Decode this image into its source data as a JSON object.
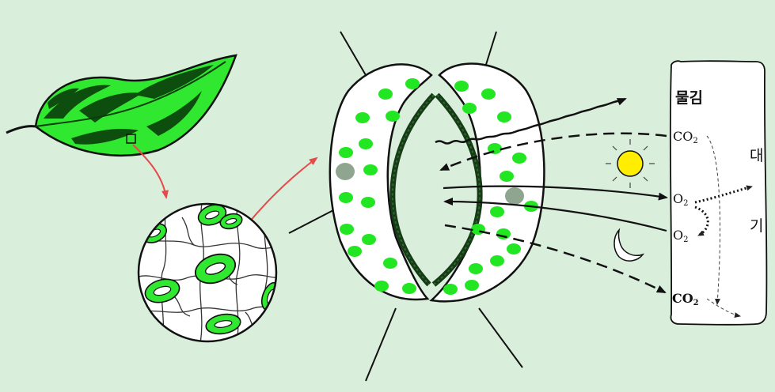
{
  "labels": {
    "water_vapor": "물김",
    "co2_in": "CO",
    "co2_in_sub": "2",
    "o2_out": "O",
    "o2_out_sub": "2",
    "o2_in": "O",
    "o2_in_sub": "2",
    "co2_out": "CO",
    "co2_out_sub": "2",
    "atmosphere_top": "대",
    "atmosphere_bottom": "기"
  },
  "colors": {
    "background": "#d9eedb",
    "leaf_green": "#2fe82f",
    "chloroplast": "#22e622",
    "nucleus": "#8fa58f",
    "arrow_red": "#e64a4a",
    "sun": "#ffee00"
  },
  "icons": {
    "sun": "sun-icon",
    "moon": "crescent-moon-icon"
  }
}
